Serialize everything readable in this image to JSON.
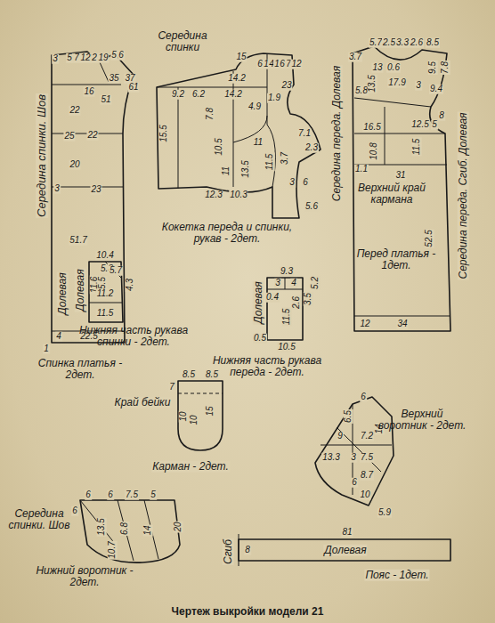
{
  "diagram": {
    "caption": "Чертеж выкройки модели 21",
    "labels": [
      "3",
      "5",
      "7",
      "12",
      "2",
      "19",
      "5",
      "6",
      "35",
      "37",
      "61",
      "16",
      "51",
      "22",
      "25",
      "22",
      "3",
      "20",
      "23",
      "51.7",
      "Середина спинки. Шов",
      "Долевая",
      "4",
      "22.5",
      "1",
      "Спинка платья - 2дет.",
      "Середина спинки",
      "15",
      "14.2",
      "6",
      "1",
      "4",
      "1",
      "6",
      "7",
      "12",
      "23",
      "9.2",
      "6.2",
      "14.2",
      "15.5",
      "7.8",
      "4.9",
      "1.9",
      "10.5",
      "11",
      "11.5",
      "3.7",
      "7.1",
      "2.3",
      "13.5",
      "11",
      "3",
      "6",
      "12.3",
      "10.3",
      "5.6",
      "Кокетка переда и спинки, рукав - 2дет.",
      "3.7",
      "5.7",
      "2.5",
      "3.3",
      "2.6",
      "8.5",
      "13",
      "0.6",
      "9.5",
      "7.8",
      "5.8",
      "13.5",
      "17.9",
      "3",
      "9.4",
      "16.5",
      "12.5",
      "5",
      "8",
      "10.8",
      "11.5",
      "1.1",
      "31",
      "Верхний край кармана",
      "Перед платья - 1дет.",
      "52.5",
      "12",
      "34",
      "Середина переда. Долевая",
      "Середина переда. Сгиб. Долевая",
      "10.4",
      "5.3",
      "11.6",
      "5.5",
      "5.7",
      "4.3",
      "11.2",
      "11.5",
      "Долевая",
      "Нижняя часть рукава спинки - 2дет.",
      "9.3",
      "3",
      "4",
      "0.4",
      "11.5",
      "2.6",
      "3.5",
      "5.2",
      "0.5",
      "10.5",
      "Долевая",
      "Нижняя часть рукава переда - 2дет.",
      "8.5",
      "8.5",
      "7",
      "Край бейки",
      "10",
      "10",
      "15",
      "Карман - 2дет.",
      "6",
      "6.5",
      "9",
      "7.2",
      "14",
      "13.3",
      "3",
      "7.5",
      "8.7",
      "6",
      "10",
      "5.9",
      "Верхний воротник - 2дет.",
      "6",
      "6",
      "7.5",
      "5",
      "6",
      "13.5",
      "6.8",
      "14",
      "20",
      "10.7",
      "Середина спинки. Шов",
      "Нижний воротник - 2дет.",
      "81",
      "Долевая",
      "Сгиб",
      "8",
      "Пояс - 1дет."
    ]
  }
}
